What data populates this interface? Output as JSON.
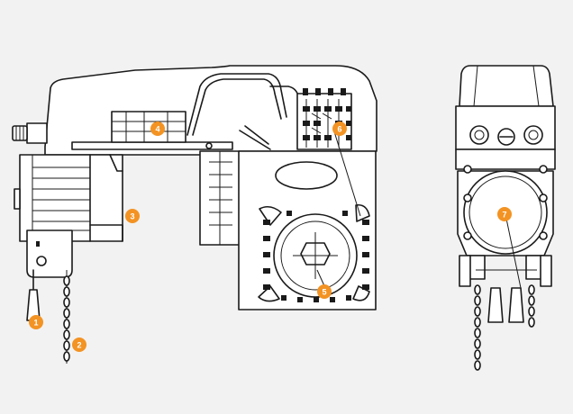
{
  "accent_color": "#f39323",
  "callouts": [
    {
      "id": "1",
      "label": "1"
    },
    {
      "id": "2",
      "label": "2"
    },
    {
      "id": "3",
      "label": "3"
    },
    {
      "id": "4",
      "label": "4"
    },
    {
      "id": "5",
      "label": "5"
    },
    {
      "id": "6",
      "label": "6"
    },
    {
      "id": "7",
      "label": "7"
    }
  ]
}
